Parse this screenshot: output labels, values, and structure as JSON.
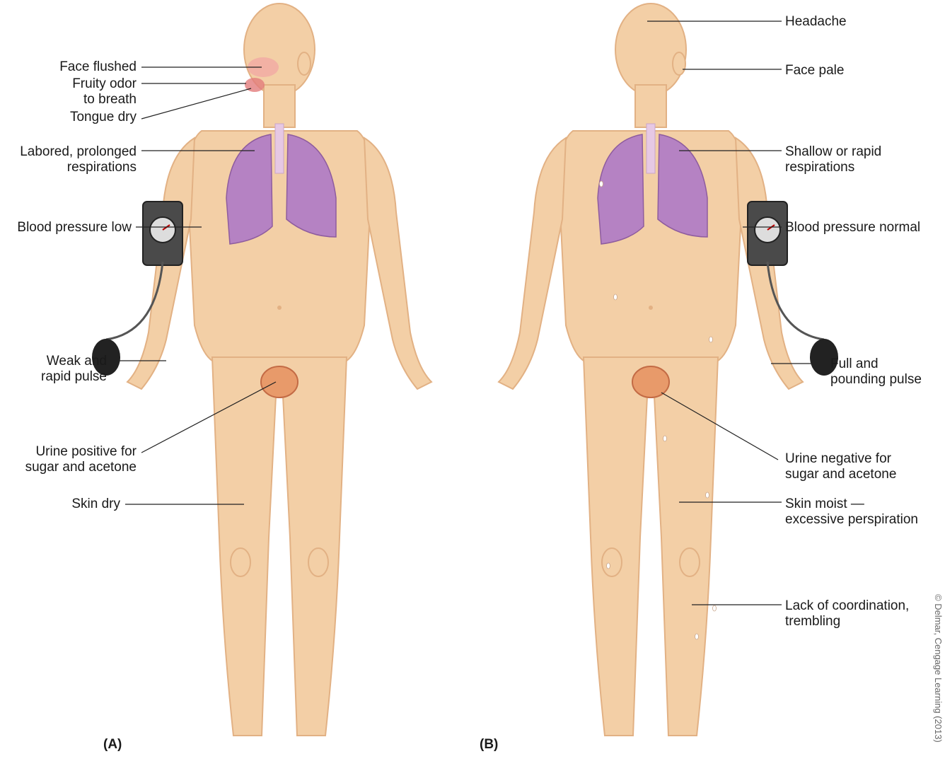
{
  "figure_a": {
    "panel_label": "(A)",
    "labels": {
      "face": "Face flushed",
      "breath": "Fruity odor\nto breath",
      "tongue": "Tongue dry",
      "respiration": "Labored, prolonged\nrespirations",
      "bp": "Blood pressure low",
      "pulse": "Weak and\nrapid pulse",
      "urine": "Urine positive for\nsugar and acetone",
      "skin": "Skin dry"
    }
  },
  "figure_b": {
    "panel_label": "(B)",
    "labels": {
      "headache": "Headache",
      "face": "Face pale",
      "respiration": "Shallow or rapid\nrespirations",
      "bp": "Blood pressure normal",
      "pulse": "Full and\npounding pulse",
      "urine": "Urine negative for\nsugar and acetone",
      "skin": "Skin moist —\nexcessive perspiration",
      "coordination": "Lack of coordination,\ntrembling"
    }
  },
  "credit": "© Delmar, Cengage Learning (2013)",
  "colors": {
    "skin": "#f3cfa6",
    "skin_shade": "#e2b184",
    "lung": "#b582c3",
    "bladder": "#e89a6a",
    "cuff": "#4a4a4a",
    "flush": "#f1a4a4"
  }
}
